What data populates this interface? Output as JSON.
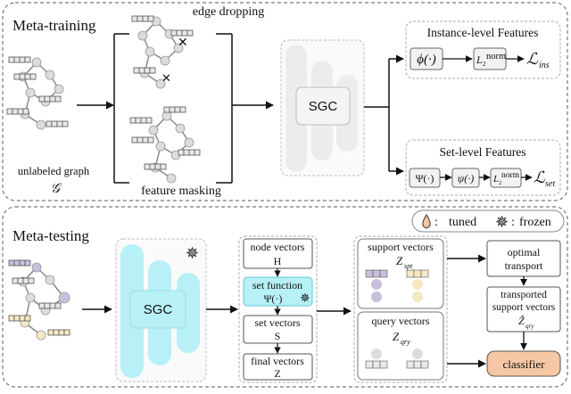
{
  "colors": {
    "cyan_fill": "#b8f0f7",
    "cyan_stroke": "#5fc8d6",
    "purple": "#c9bfdd",
    "cream": "#f6e8c3",
    "peach": "#f6c7a4",
    "gray_node": "#dcdcdc",
    "frame": "#777777"
  },
  "meta_training": {
    "title": "Meta-training",
    "edge_dropping": "edge dropping",
    "feature_masking": "feature masking",
    "unlabeled_graph": "unlabeled graph",
    "graph_symbol": "𝒢",
    "sgc": "SGC",
    "instance_title": "Instance-level Features",
    "phi": "ϕ(·)",
    "l2": "L",
    "l2_sub": "2",
    "norm": "norm",
    "loss_ins": "ℒ",
    "loss_ins_sub": "ins",
    "set_title": "Set-level Features",
    "Psi": "Ψ(·)",
    "psi": "ψ(·)",
    "loss_set": "ℒ",
    "loss_set_sub": "set"
  },
  "meta_testing": {
    "title": "Meta-testing",
    "legend_tuned": "tuned",
    "legend_frozen": "frozen",
    "legend_colon": ":",
    "sgc": "SGC",
    "node_vectors": "node vectors",
    "H": "H",
    "set_function": "set function",
    "Psi": "Ψ(·)",
    "set_vectors": "set vectors",
    "S": "S",
    "final_vectors": "final vectors",
    "Z": "Z",
    "support_vectors": "support vectors",
    "Z_spt": "Z",
    "spt": "spt",
    "query_vectors": "query vectors",
    "Z_qry": "Z",
    "qry": "qry",
    "optimal_transport_1": "optimal",
    "optimal_transport_2": "transport",
    "transported_1": "transported",
    "transported_2": "support vectors",
    "Zhat": "Ẑ",
    "Zhat_sub": "qry",
    "classifier": "classifier"
  }
}
